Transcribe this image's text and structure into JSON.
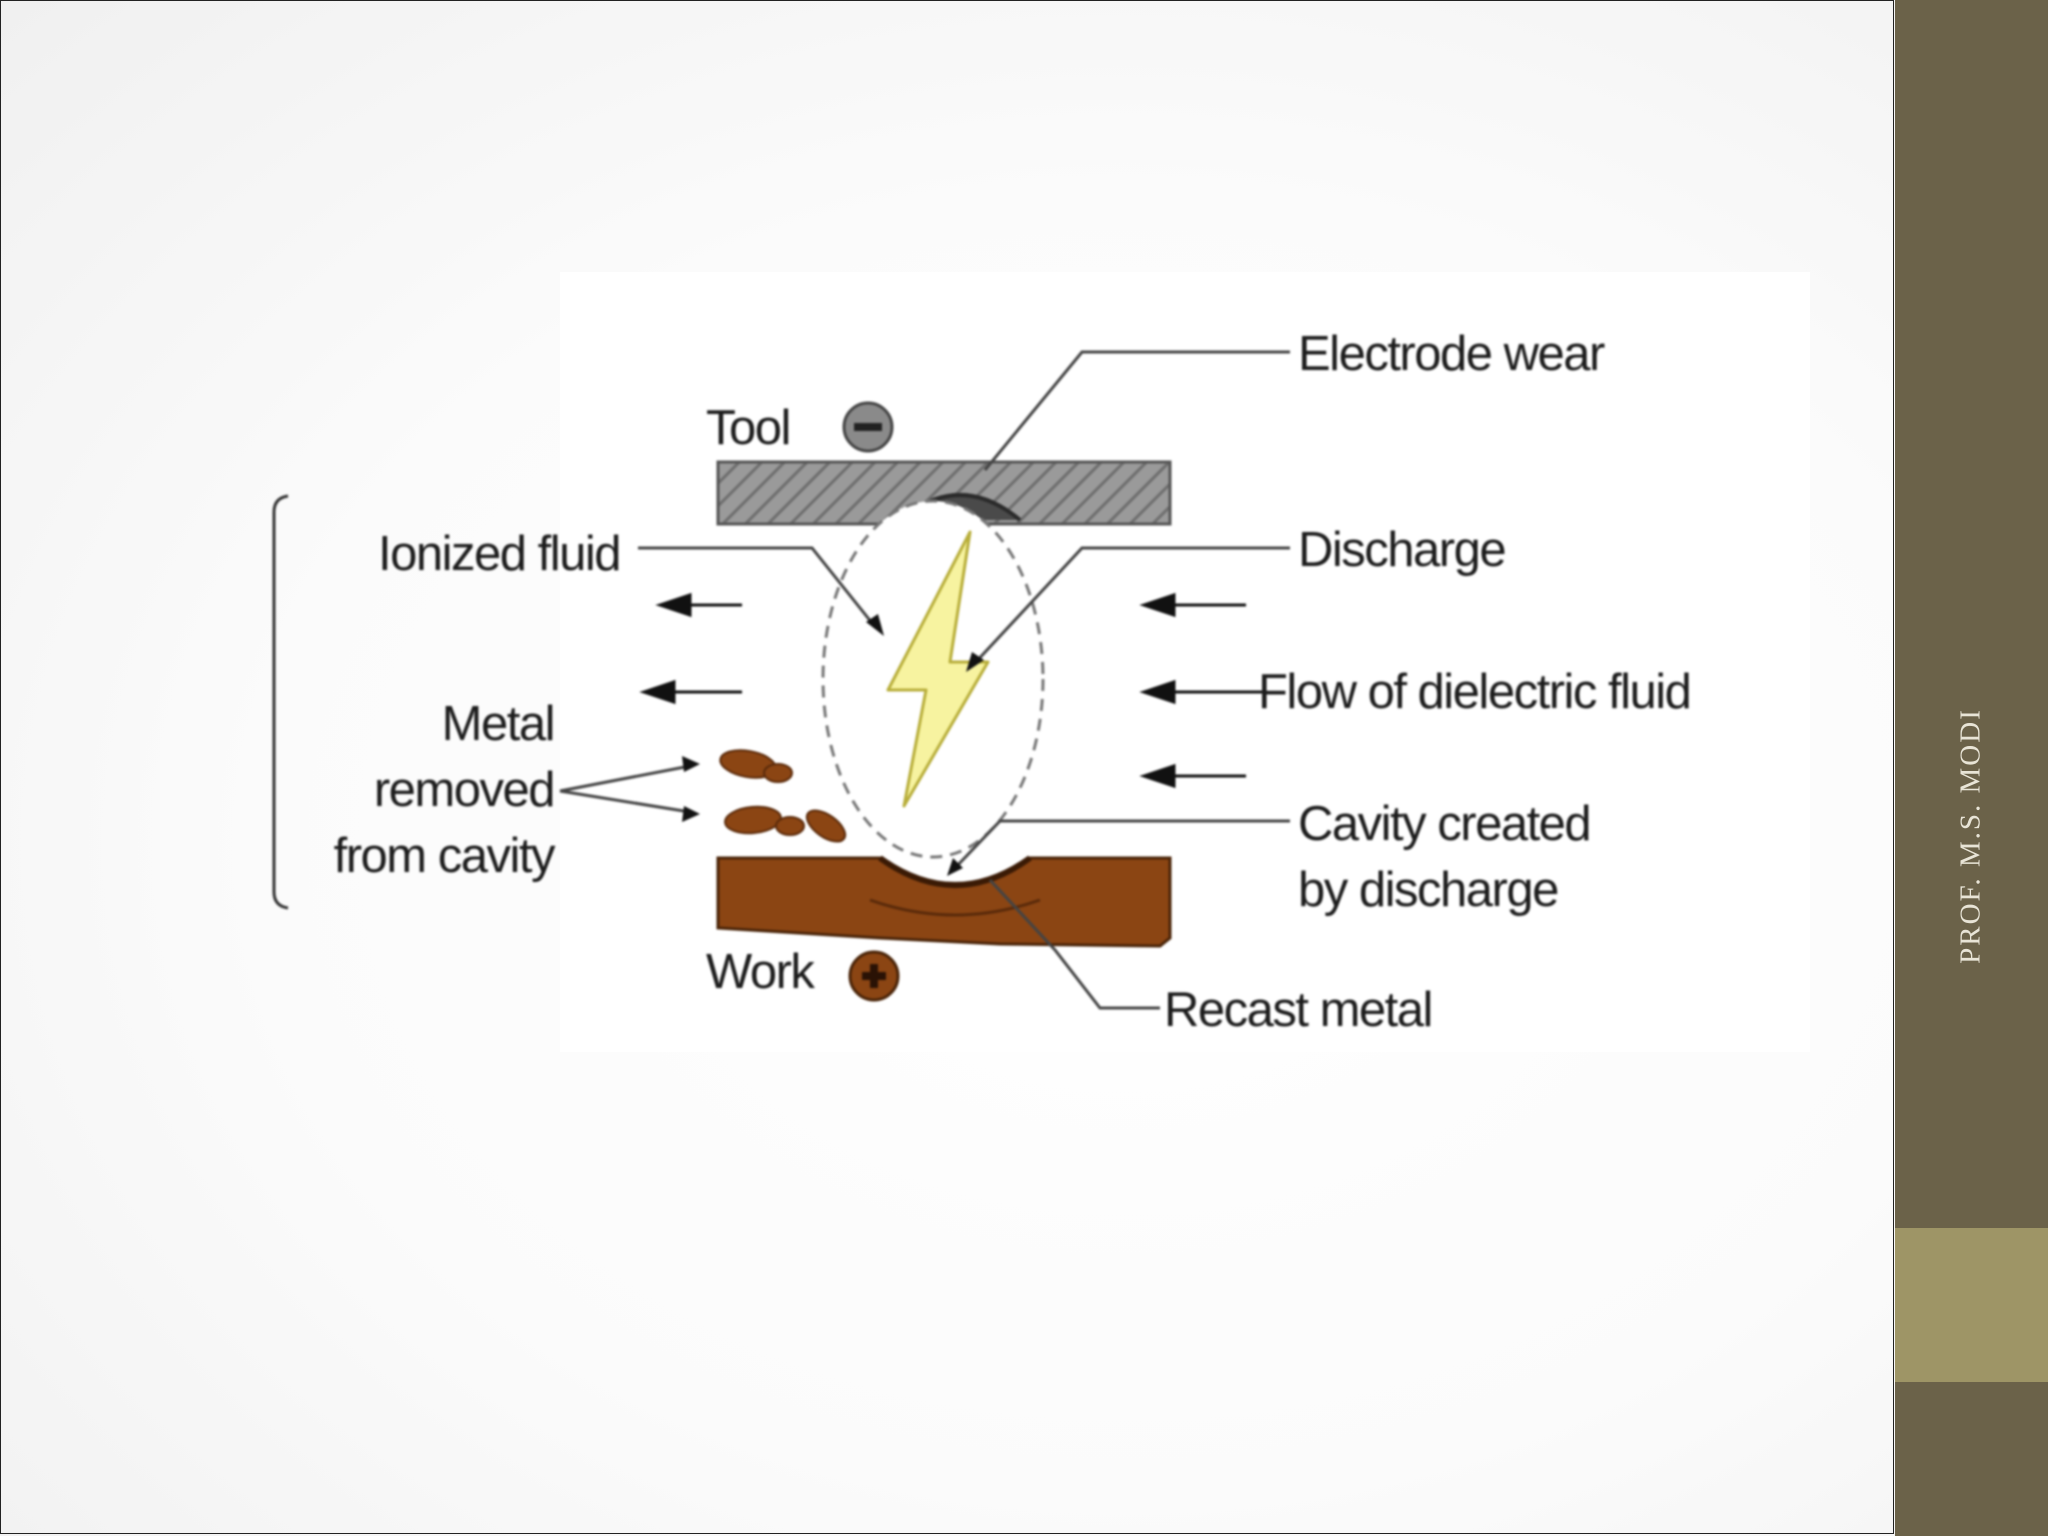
{
  "slide": {
    "footer": "PROF. M.S. MODI",
    "colors": {
      "side_band": "#6b6249",
      "side_accent": "#9e9566",
      "tool_fill": "#9a9a9a",
      "work_fill": "#8b4513",
      "spark_fill": "#f7f3a0"
    }
  },
  "diagram": {
    "labels": {
      "electrode_wear": "Electrode wear",
      "tool": "Tool",
      "ionized_fluid": "Ionized fluid",
      "discharge": "Discharge",
      "flow_dielectric": "Flow of dielectric fluid",
      "metal_removed_line1": "Metal",
      "metal_removed_line2": "removed",
      "metal_removed_line3": "from cavity",
      "cavity_line1": "Cavity created",
      "cavity_line2": "by discharge",
      "work": "Work",
      "recast_metal": "Recast metal"
    },
    "tool_polarity": "minus-sign-icon",
    "work_polarity": "plus-sign-icon"
  }
}
